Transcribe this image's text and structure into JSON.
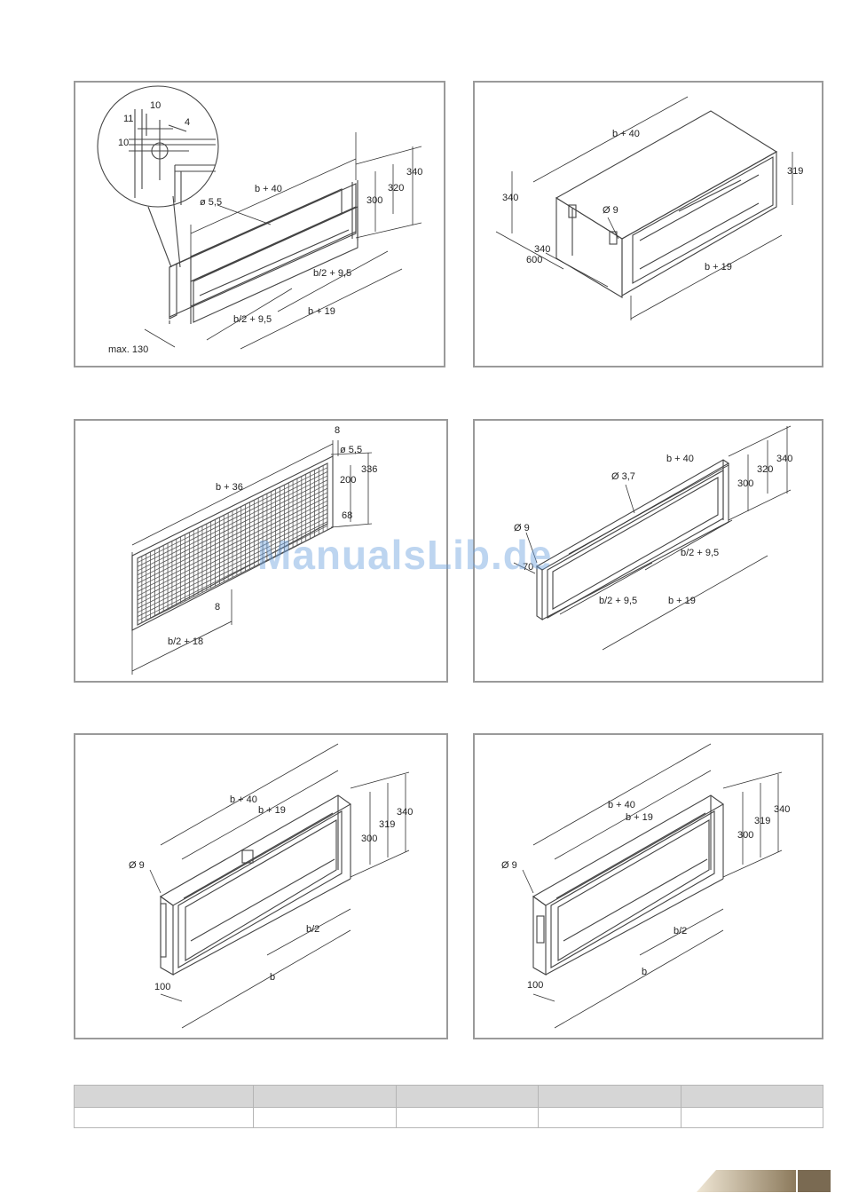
{
  "watermark": "ManualsLib.de",
  "panels": {
    "p1": {
      "labels": {
        "dim_10": "10",
        "dim_11": "11",
        "dim_4": "4",
        "dim_10b": "10",
        "b40": "b + 40",
        "d55": "ø 5,5",
        "d340": "340",
        "d320": "320",
        "d300": "300",
        "b295a": "b/2 + 9,5",
        "b295b": "b/2 + 9,5",
        "b19": "b + 19",
        "max130": "max. 130"
      }
    },
    "p2": {
      "labels": {
        "b40": "b + 40",
        "d340a": "340",
        "d9": "Ø 9",
        "d340b": "340",
        "d600": "600",
        "d319": "319",
        "b19": "b + 19"
      }
    },
    "p3": {
      "labels": {
        "d8a": "8",
        "d55": "ø 5,5",
        "b36": "b + 36",
        "d336": "336",
        "d200": "200",
        "d68": "68",
        "d8b": "8",
        "b218": "b/2 + 18"
      }
    },
    "p4": {
      "labels": {
        "b40": "b + 40",
        "d37": "Ø 3,7",
        "d340": "340",
        "d320": "320",
        "d300": "300",
        "d9": "Ø 9",
        "d70": "70",
        "b295a": "b/2 + 9,5",
        "b295b": "b/2 + 9,5",
        "b19": "b + 19"
      }
    },
    "p5": {
      "labels": {
        "b40": "b + 40",
        "b19": "b + 19",
        "d9": "Ø 9",
        "d300": "300",
        "d319": "319",
        "d340": "340",
        "b2": "b/2",
        "d100": "100",
        "b": "b"
      }
    },
    "p6": {
      "labels": {
        "b40": "b + 40",
        "b19": "b + 19",
        "d9": "Ø 9",
        "d300": "300",
        "d319": "319",
        "d340": "340",
        "b2": "b/2",
        "d100": "100",
        "b": "b"
      }
    }
  },
  "table": {
    "columns": 5,
    "rows": 2
  },
  "colors": {
    "frame": "#9a9a9a",
    "tab_gradient_light": "#e9dcc3",
    "tab_gradient_dark": "#8c7a5c",
    "watermark": "#6fa3e0"
  }
}
